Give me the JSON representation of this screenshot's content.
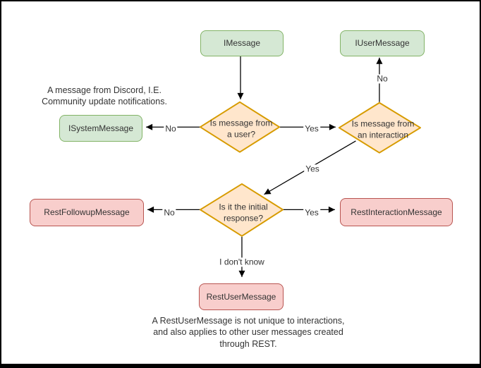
{
  "diagram": {
    "nodes": {
      "imessage": {
        "label": "IMessage"
      },
      "iusermessage": {
        "label": "IUserMessage"
      },
      "isystemmessage": {
        "label": "ISystemMessage"
      },
      "q_from_user": {
        "label": "Is message from\na user?"
      },
      "q_from_interaction": {
        "label": "Is message from\nan interaction"
      },
      "q_initial_response": {
        "label": "Is it the initial\nresponse?"
      },
      "restfollowupmessage": {
        "label": "RestFollowupMessage"
      },
      "restinteractionmessage": {
        "label": "RestInteractionMessage"
      },
      "restusermessage": {
        "label": "RestUserMessage"
      }
    },
    "edge_labels": {
      "from_user_no": "No",
      "from_user_yes": "Yes",
      "from_interaction_no": "No",
      "from_interaction_yes": "Yes",
      "initial_response_no": "No",
      "initial_response_yes": "Yes",
      "initial_response_unknown": "I don't know"
    },
    "annotations": {
      "system_message_note": "A message from Discord, I.E.\nCommunity update notifications.",
      "rest_user_message_note": "A RestUserMessage is not unique to interactions,\nand also applies to other user messages created\nthrough REST."
    },
    "colors": {
      "green_fill": "#d5e8d4",
      "green_border": "#82b366",
      "orange_fill": "#ffe6cc",
      "orange_border": "#d79b00",
      "red_fill": "#f8cecc",
      "red_border": "#b85450",
      "text": "#333333",
      "line": "#000000"
    }
  }
}
